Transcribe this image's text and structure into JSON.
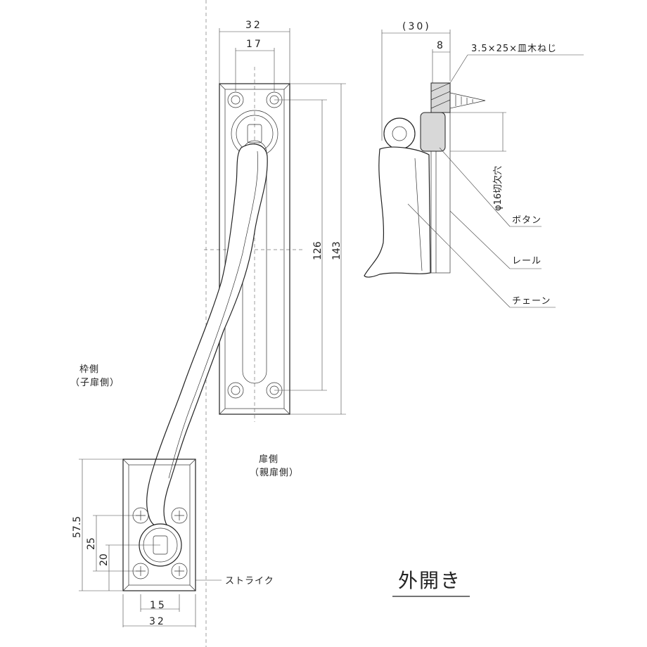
{
  "dimensions": {
    "top_width": "32",
    "top_inner": "17",
    "height_inner": "126",
    "height_outer": "143",
    "side_depth": "(30)",
    "side_plate": "8",
    "strike_height": "57.5",
    "strike_25": "25",
    "strike_20": "20",
    "strike_inner": "15",
    "strike_width": "32"
  },
  "labels": {
    "screw": "3.5×25×皿木ねじ",
    "hole": "φ16切欠穴",
    "button": "ボタン",
    "rail": "レール",
    "chain": "チェーン",
    "frame_side": "枠側",
    "frame_side_sub": "（子扉側）",
    "door_side": "扉側",
    "door_side_sub": "（親扉側）",
    "strike": "ストライク",
    "title": "外開き"
  }
}
